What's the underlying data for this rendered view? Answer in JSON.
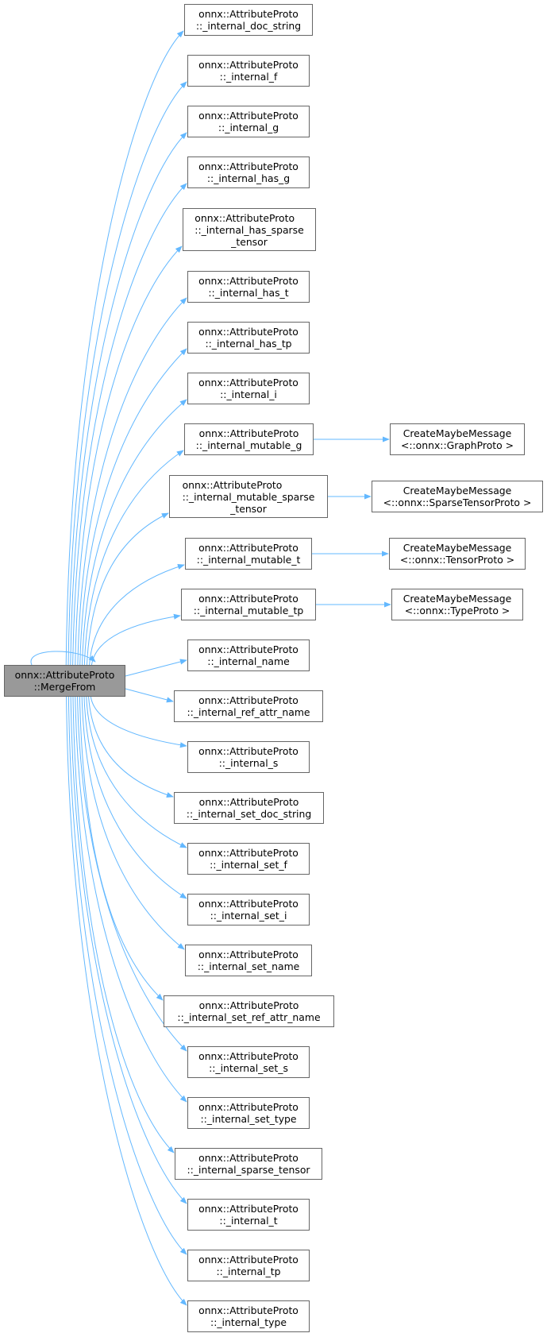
{
  "diagram": {
    "type": "call-graph",
    "edge_color": "#63B8FF",
    "root": {
      "id": "mergefrom",
      "lines": [
        "onnx::AttributeProto",
        "::MergeFrom"
      ],
      "fill": "#999999",
      "self_loop": true
    },
    "callees": [
      {
        "id": "doc_string",
        "lines": [
          "onnx::AttributeProto",
          "::_internal_doc_string"
        ]
      },
      {
        "id": "f",
        "lines": [
          "onnx::AttributeProto",
          "::_internal_f"
        ]
      },
      {
        "id": "g",
        "lines": [
          "onnx::AttributeProto",
          "::_internal_g"
        ]
      },
      {
        "id": "has_g",
        "lines": [
          "onnx::AttributeProto",
          "::_internal_has_g"
        ]
      },
      {
        "id": "has_sparse_tensor",
        "lines": [
          "onnx::AttributeProto",
          "::_internal_has_sparse",
          "_tensor"
        ]
      },
      {
        "id": "has_t",
        "lines": [
          "onnx::AttributeProto",
          "::_internal_has_t"
        ]
      },
      {
        "id": "has_tp",
        "lines": [
          "onnx::AttributeProto",
          "::_internal_has_tp"
        ]
      },
      {
        "id": "i",
        "lines": [
          "onnx::AttributeProto",
          "::_internal_i"
        ]
      },
      {
        "id": "mutable_g",
        "lines": [
          "onnx::AttributeProto",
          "::_internal_mutable_g"
        ]
      },
      {
        "id": "mutable_sparse_tensor",
        "lines": [
          "onnx::AttributeProto",
          "::_internal_mutable_sparse",
          "_tensor"
        ]
      },
      {
        "id": "mutable_t",
        "lines": [
          "onnx::AttributeProto",
          "::_internal_mutable_t"
        ]
      },
      {
        "id": "mutable_tp",
        "lines": [
          "onnx::AttributeProto",
          "::_internal_mutable_tp"
        ]
      },
      {
        "id": "name",
        "lines": [
          "onnx::AttributeProto",
          "::_internal_name"
        ]
      },
      {
        "id": "ref_attr_name",
        "lines": [
          "onnx::AttributeProto",
          "::_internal_ref_attr_name"
        ]
      },
      {
        "id": "s",
        "lines": [
          "onnx::AttributeProto",
          "::_internal_s"
        ]
      },
      {
        "id": "set_doc_string",
        "lines": [
          "onnx::AttributeProto",
          "::_internal_set_doc_string"
        ]
      },
      {
        "id": "set_f",
        "lines": [
          "onnx::AttributeProto",
          "::_internal_set_f"
        ]
      },
      {
        "id": "set_i",
        "lines": [
          "onnx::AttributeProto",
          "::_internal_set_i"
        ]
      },
      {
        "id": "set_name",
        "lines": [
          "onnx::AttributeProto",
          "::_internal_set_name"
        ]
      },
      {
        "id": "set_ref_attr_name",
        "lines": [
          "onnx::AttributeProto",
          "::_internal_set_ref_attr_name"
        ]
      },
      {
        "id": "set_s",
        "lines": [
          "onnx::AttributeProto",
          "::_internal_set_s"
        ]
      },
      {
        "id": "set_type",
        "lines": [
          "onnx::AttributeProto",
          "::_internal_set_type"
        ]
      },
      {
        "id": "sparse_tensor",
        "lines": [
          "onnx::AttributeProto",
          "::_internal_sparse_tensor"
        ]
      },
      {
        "id": "t",
        "lines": [
          "onnx::AttributeProto",
          "::_internal_t"
        ]
      },
      {
        "id": "tp",
        "lines": [
          "onnx::AttributeProto",
          "::_internal_tp"
        ]
      },
      {
        "id": "type",
        "lines": [
          "onnx::AttributeProto",
          "::_internal_type"
        ]
      }
    ],
    "secondary": [
      {
        "id": "cmm_graph",
        "from": "mutable_g",
        "lines": [
          "CreateMaybeMessage",
          "<::onnx::GraphProto >"
        ]
      },
      {
        "id": "cmm_sparse",
        "from": "mutable_sparse_tensor",
        "lines": [
          "CreateMaybeMessage",
          "<::onnx::SparseTensorProto >"
        ]
      },
      {
        "id": "cmm_tensor",
        "from": "mutable_t",
        "lines": [
          "CreateMaybeMessage",
          "<::onnx::TensorProto >"
        ]
      },
      {
        "id": "cmm_type",
        "from": "mutable_tp",
        "lines": [
          "CreateMaybeMessage",
          "<::onnx::TypeProto >"
        ]
      }
    ]
  }
}
